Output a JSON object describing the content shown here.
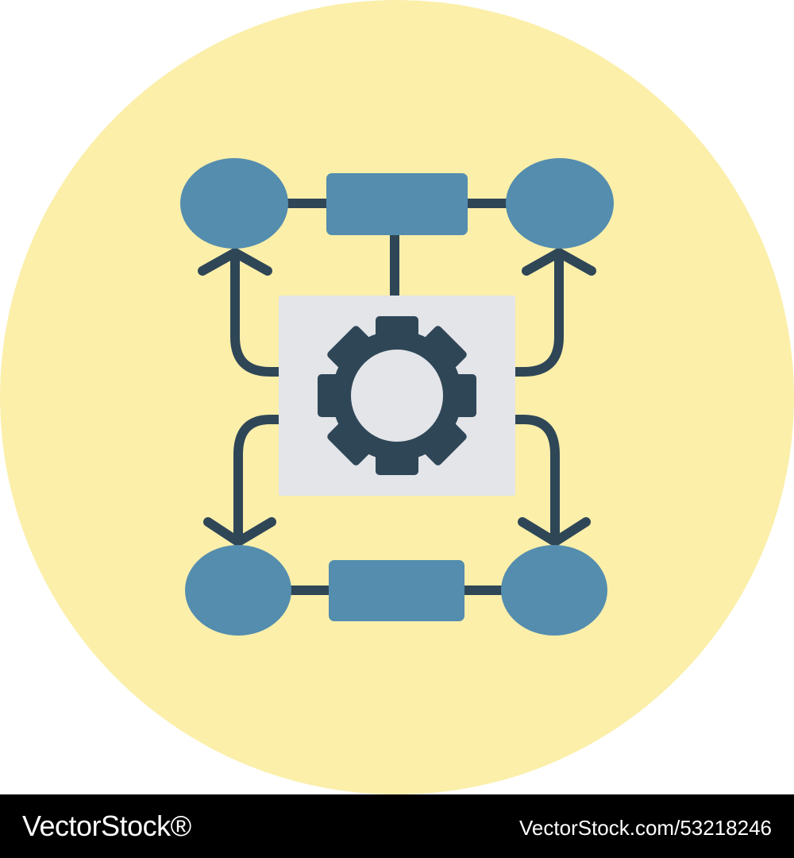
{
  "colors": {
    "background_circle": "#FBEFAA",
    "node_fill": "#548DAE",
    "connector": "#2F4657",
    "panel_fill": "#E3E5E8",
    "gear": "#2F4657",
    "footer_background": "#000000",
    "footer_text": "#FFFFFF"
  },
  "icons": {
    "center": "gear-icon",
    "nodes": [
      "ellipse-node",
      "rectangle-node"
    ]
  },
  "watermark": {
    "brand": "VectorStock®",
    "stock_id": "VectorStock.com/53218246"
  }
}
